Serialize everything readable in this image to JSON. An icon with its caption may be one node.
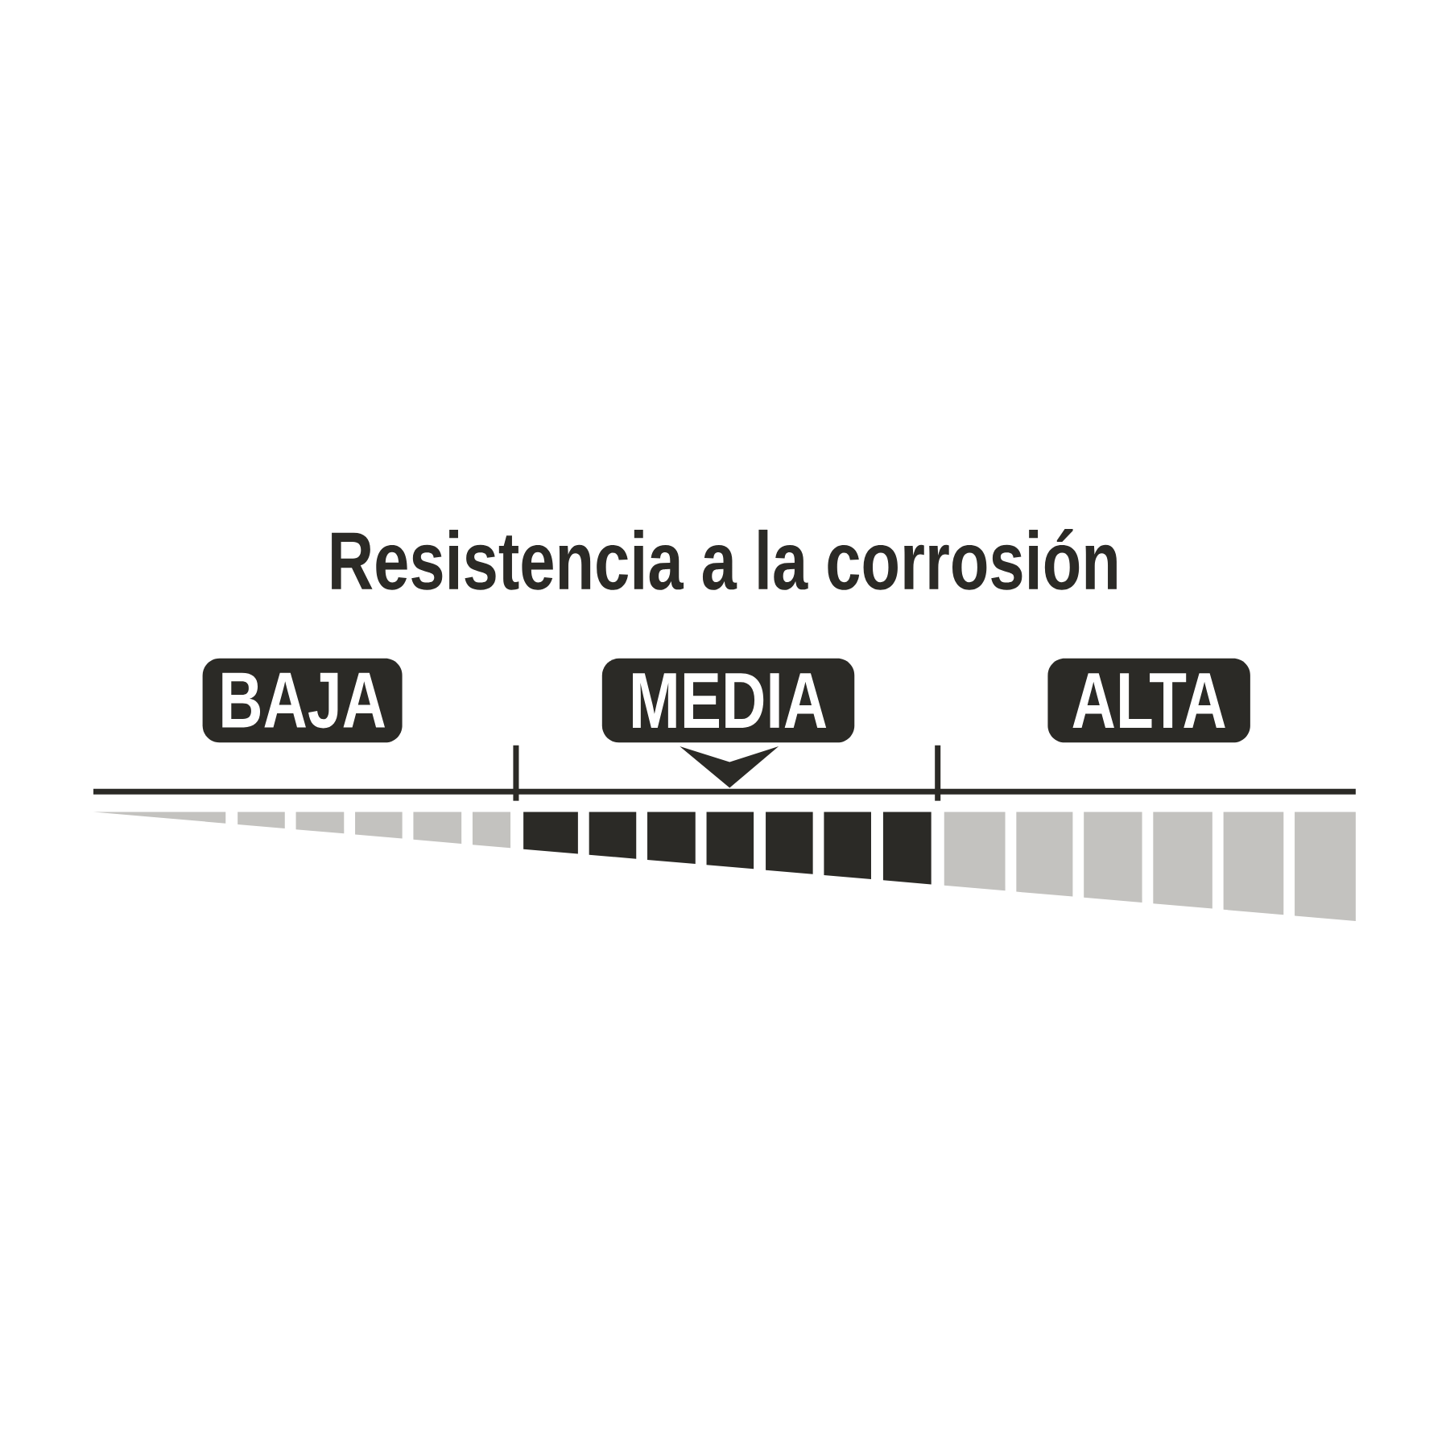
{
  "diagram": {
    "title": "Resistencia a la corrosión",
    "nodes": [
      {
        "text": [
          "BAJA"
        ]
      },
      {
        "text": [
          "MEDIA"
        ]
      },
      {
        "text": [
          "ALTA"
        ]
      }
    ]
  }
}
